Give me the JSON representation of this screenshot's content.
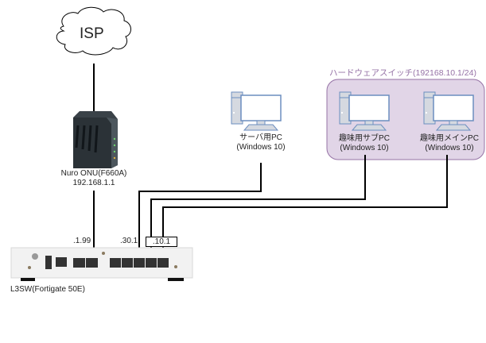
{
  "diagram": {
    "isp": {
      "label": "ISP"
    },
    "onu": {
      "name": "Nuro ONU(F660A)",
      "ip": "192.168.1.1"
    },
    "server_pc": {
      "name": "サーバ用PC",
      "os": "(Windows 10)"
    },
    "hardware_switch": {
      "label": "ハードウェアスイッチ(192168.10.1/24)",
      "fill_color": "#e1d5e7",
      "border_color": "#9673a6",
      "pcs": [
        {
          "name": "趣味用サブPC",
          "os": "(Windows 10)"
        },
        {
          "name": "趣味用メインPC",
          "os": "(Windows 10)"
        }
      ]
    },
    "l3sw": {
      "name": "L3SW(Fortigate 50E)",
      "wan_addr": ".1.99",
      "vlan30_addr": ".30.1",
      "vlan10_addr": ".10.1"
    }
  }
}
